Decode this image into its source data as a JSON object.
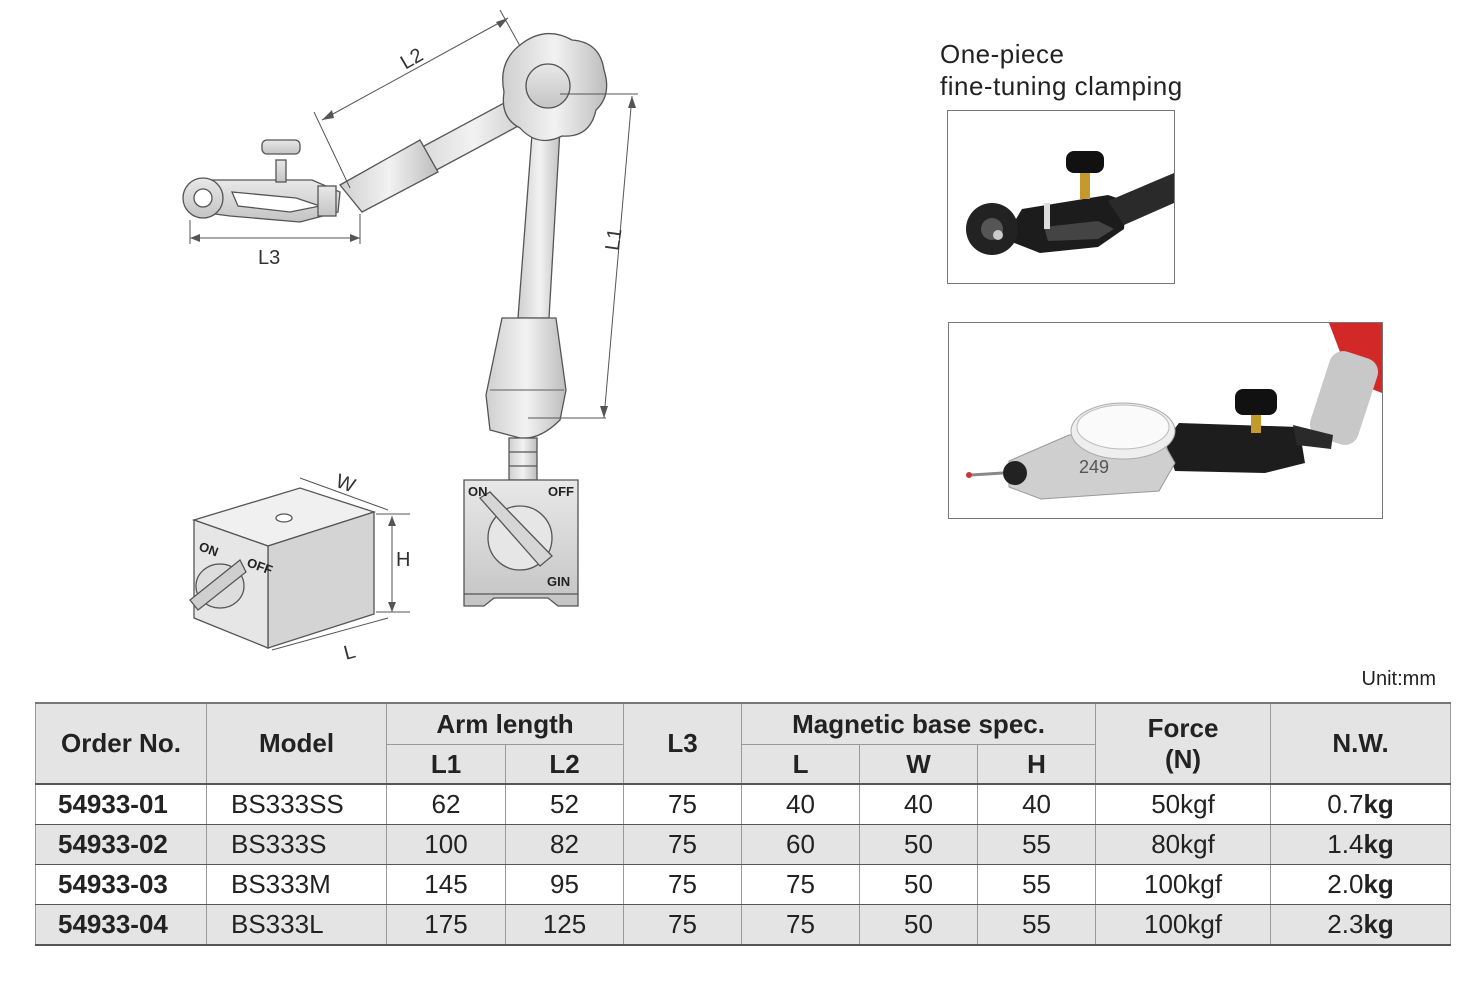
{
  "caption": {
    "line1": "One-piece",
    "line2": "fine-tuning clamping"
  },
  "diagram": {
    "labels": {
      "l1": "L1",
      "l2": "L2",
      "l3": "L3",
      "w": "W",
      "h": "H",
      "l": "L"
    },
    "base_front": {
      "on": "ON",
      "off": "OFF",
      "brand": "GIN"
    },
    "base_side": {
      "on": "ON",
      "off": "OFF"
    },
    "indicator_label": "249"
  },
  "unit": "Unit:mm",
  "table": {
    "headers": {
      "order_no": "Order No.",
      "model": "Model",
      "arm_length": "Arm length",
      "l1": "L1",
      "l2": "L2",
      "l3": "L3",
      "magnetic_base": "Magnetic base spec.",
      "l": "L",
      "w": "W",
      "h": "H",
      "force_line1": "Force",
      "force_line2": "(N)",
      "nw": "N.W."
    },
    "rows": [
      {
        "order": "54933-01",
        "model": "BS333SS",
        "l1": "62",
        "l2": "52",
        "l3": "75",
        "l": "40",
        "w": "40",
        "h": "40",
        "force": "50kgf",
        "nw_num": "0.7",
        "nw_unit": "kg"
      },
      {
        "order": "54933-02",
        "model": "BS333S",
        "l1": "100",
        "l2": "82",
        "l3": "75",
        "l": "60",
        "w": "50",
        "h": "55",
        "force": "80kgf",
        "nw_num": "1.4",
        "nw_unit": "kg"
      },
      {
        "order": "54933-03",
        "model": "BS333M",
        "l1": "145",
        "l2": "95",
        "l3": "75",
        "l": "75",
        "w": "50",
        "h": "55",
        "force": "100kgf",
        "nw_num": "2.0",
        "nw_unit": "kg"
      },
      {
        "order": "54933-04",
        "model": "BS333L",
        "l1": "175",
        "l2": "125",
        "l3": "75",
        "l": "75",
        "w": "50",
        "h": "55",
        "force": "100kgf",
        "nw_num": "2.3",
        "nw_unit": "kg"
      }
    ]
  }
}
